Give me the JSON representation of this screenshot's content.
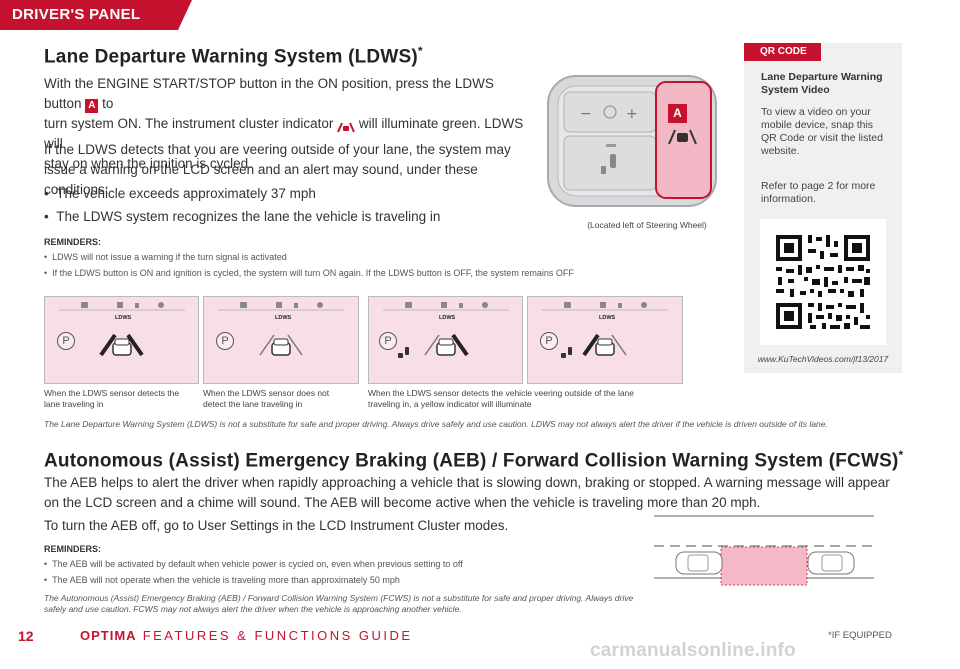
{
  "header": {
    "section_tag": "DRIVER'S PANEL"
  },
  "ldws": {
    "title": "Lane Departure Warning System (LDWS)",
    "title_sup": "*",
    "para1_a": "With the ENGINE START/STOP button in the ON position, press the LDWS button",
    "button_letter": "A",
    "para1_b": "to",
    "para1_c": "turn system ON. The instrument cluster indicator",
    "para1_d": "will illuminate green. LDWS will",
    "para1_e": "stay on when the ignition is cycled.",
    "para2": "If the LDWS detects that you are veering outside of your lane, the system may issue a warning on the LCD screen and an alert may sound, under these conditions:",
    "bullets": [
      "The vehicle exceeds approximately 37 mph",
      "The LDWS system recognizes the lane the vehicle is traveling in"
    ],
    "reminders_title": "REMINDERS:",
    "reminders": [
      "LDWS will not issue a warning if the turn signal is activated",
      "If the LDWS button is ON and ignition is cycled, the system will turn ON again. If the LDWS button is OFF, the system remains OFF"
    ],
    "photo_label": "A",
    "photo_caption": "(Located left of Steering Wheel)",
    "panel_label": "LDWS",
    "panel_badge": "P",
    "captions": [
      "When the LDWS sensor detects the lane traveling in",
      "When the LDWS sensor does not detect the lane traveling in",
      "When the LDWS sensor detects the vehicle veering outside of the lane traveling in, a yellow indicator will illuminate"
    ],
    "disclaimer": "The Lane Departure Warning System (LDWS) is not a substitute for safe and proper driving. Always drive safely and use caution. LDWS may not always alert the driver if the vehicle is driven outside of its lane."
  },
  "qr": {
    "tag": "QR CODE",
    "title": "Lane Departure Warning System Video",
    "text1": "To view a video on your mobile device, snap this QR Code or visit the listed website.",
    "text2": "Refer to page 2 for more information.",
    "url": "www.KuTechVideos.com/jf13/2017"
  },
  "aeb": {
    "title": "Autonomous (Assist) Emergency Braking (AEB) / Forward Collision Warning System (FCWS)",
    "title_sup": "*",
    "para1": "The AEB helps to alert the driver when rapidly approaching a vehicle that is slowing down, braking or stopped. A warning message will appear on the LCD screen and a chime will sound. The AEB will become active when the vehicle is traveling more than 20 mph.",
    "para2": "To turn the AEB off, go to User Settings in the LCD Instrument Cluster modes.",
    "reminders_title": "REMINDERS:",
    "reminders": [
      "The AEB will be activated by default when vehicle power is cycled on, even when previous setting to off",
      "The AEB will not operate when the vehicle is traveling more than approximately 50 mph"
    ],
    "disclaimer": "The Autonomous (Assist) Emergency Braking (AEB) / Forward Collision Warning System (FCWS) is not a substitute for safe and proper driving. Always drive safely and use caution. FCWS may not always alert the driver when the vehicle is approaching another vehicle."
  },
  "footer": {
    "page_number": "12",
    "brand": "OPTIMA",
    "guide_title": "FEATURES & FUNCTIONS GUIDE",
    "if_equipped": "*IF EQUIPPED",
    "watermark": "carmanualsonline.info"
  },
  "colors": {
    "accent": "#c4122f",
    "panel_pink": "#f8dfe6",
    "qr_bg": "#f0f0f0"
  }
}
